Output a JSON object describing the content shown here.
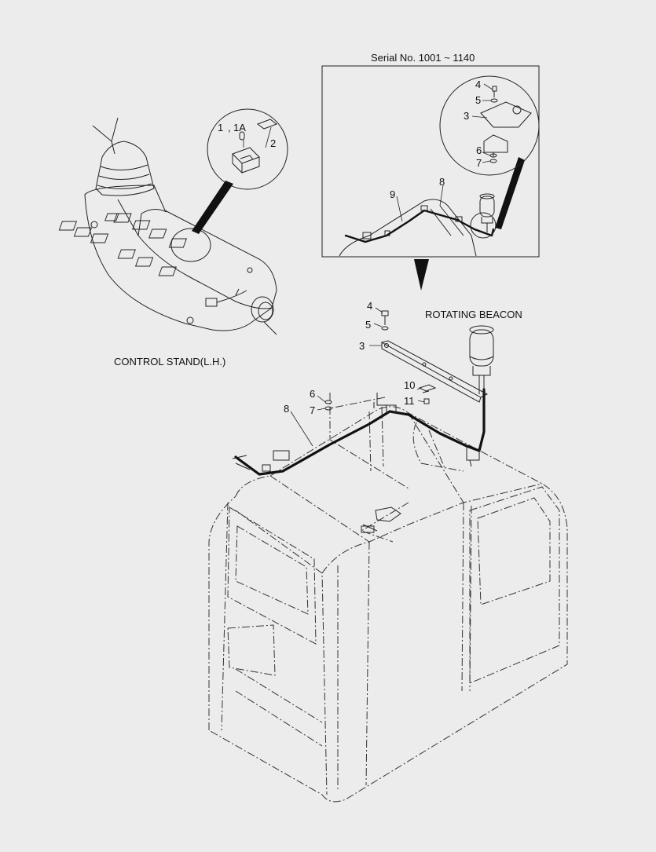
{
  "inset_title": "Serial No. 1001 ~ 1140",
  "control_stand_caption": "CONTROL STAND(L.H.)",
  "rotating_beacon_caption": "ROTATING BEACON",
  "switch_callout": {
    "part_1": "1",
    "sep": ",",
    "part_1a": "1A",
    "part_2": "2"
  },
  "inset_labels": {
    "p4": "4",
    "p5": "5",
    "p3": "3",
    "p6": "6",
    "p7": "7",
    "p9": "9",
    "p8": "8"
  },
  "main_labels": {
    "p4": "4",
    "p5": "5",
    "p3": "3",
    "p6": "6",
    "p7": "7",
    "p8": "8",
    "p10": "10",
    "p11": "11"
  },
  "colors": {
    "background": "#ececec",
    "line": "#222222",
    "wire": "#111111"
  }
}
